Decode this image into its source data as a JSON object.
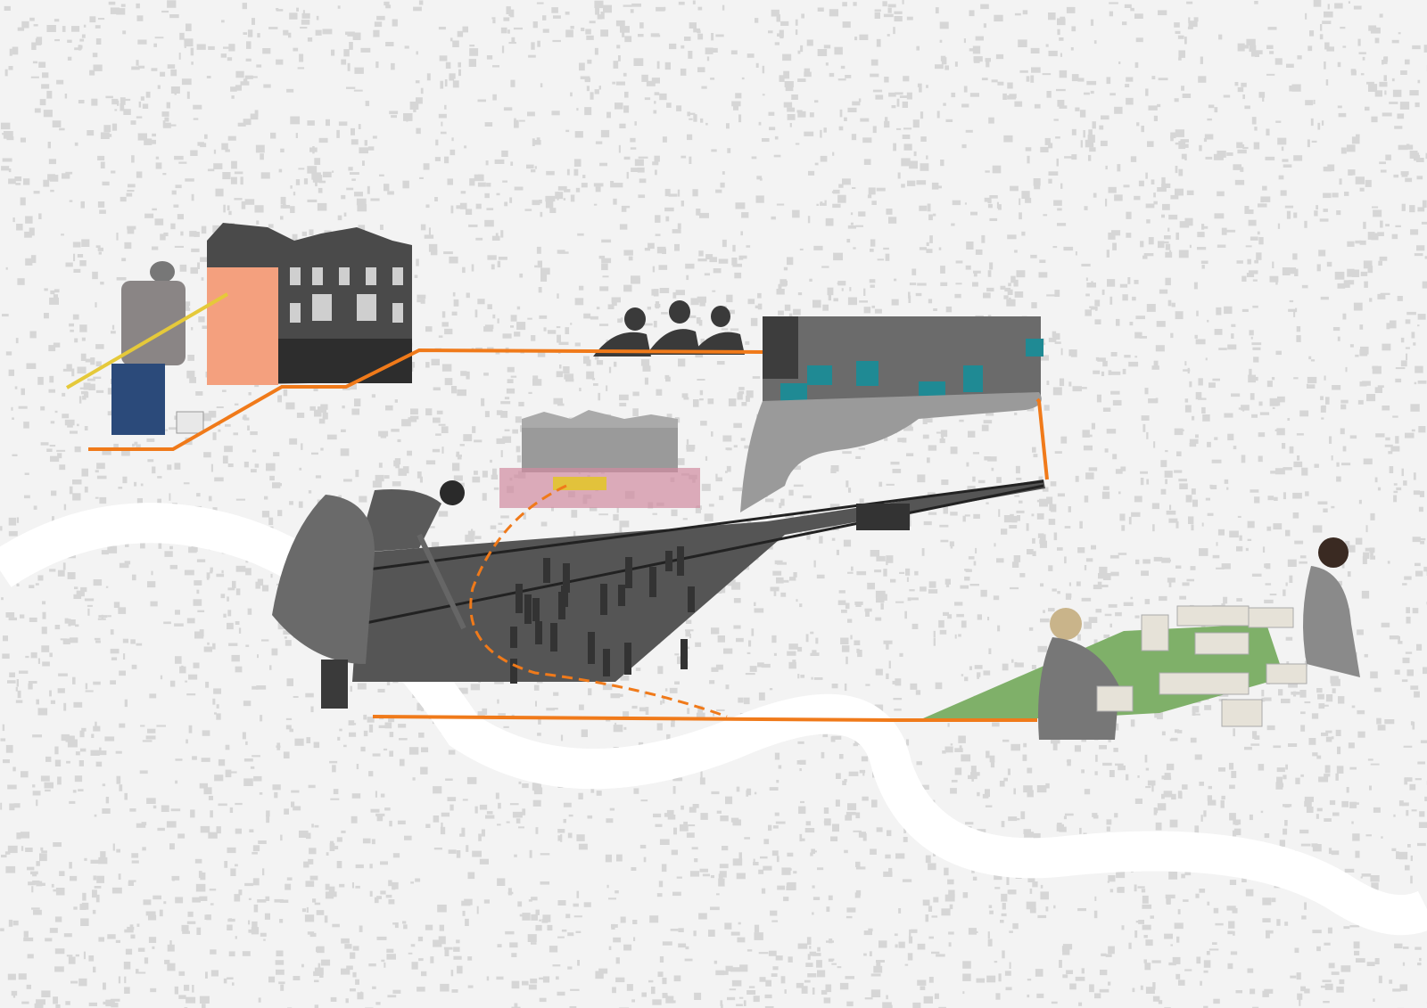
{
  "colors": {
    "background": "#f3f3f3",
    "map_blocks": "#d6d6d6",
    "river": "#ffffff",
    "route_line": "#f07a1a",
    "green_space": "#7fb069",
    "paint_patch": "#f4a07e",
    "furniture_accent": "#1f8a94"
  },
  "scenes": [
    {
      "name": "house-painter"
    },
    {
      "name": "terraced-houses"
    },
    {
      "name": "onlookers"
    },
    {
      "name": "library-on-hand"
    },
    {
      "name": "market-street"
    },
    {
      "name": "railway-tracks"
    },
    {
      "name": "woman-bending"
    },
    {
      "name": "children-with-block-models"
    }
  ]
}
